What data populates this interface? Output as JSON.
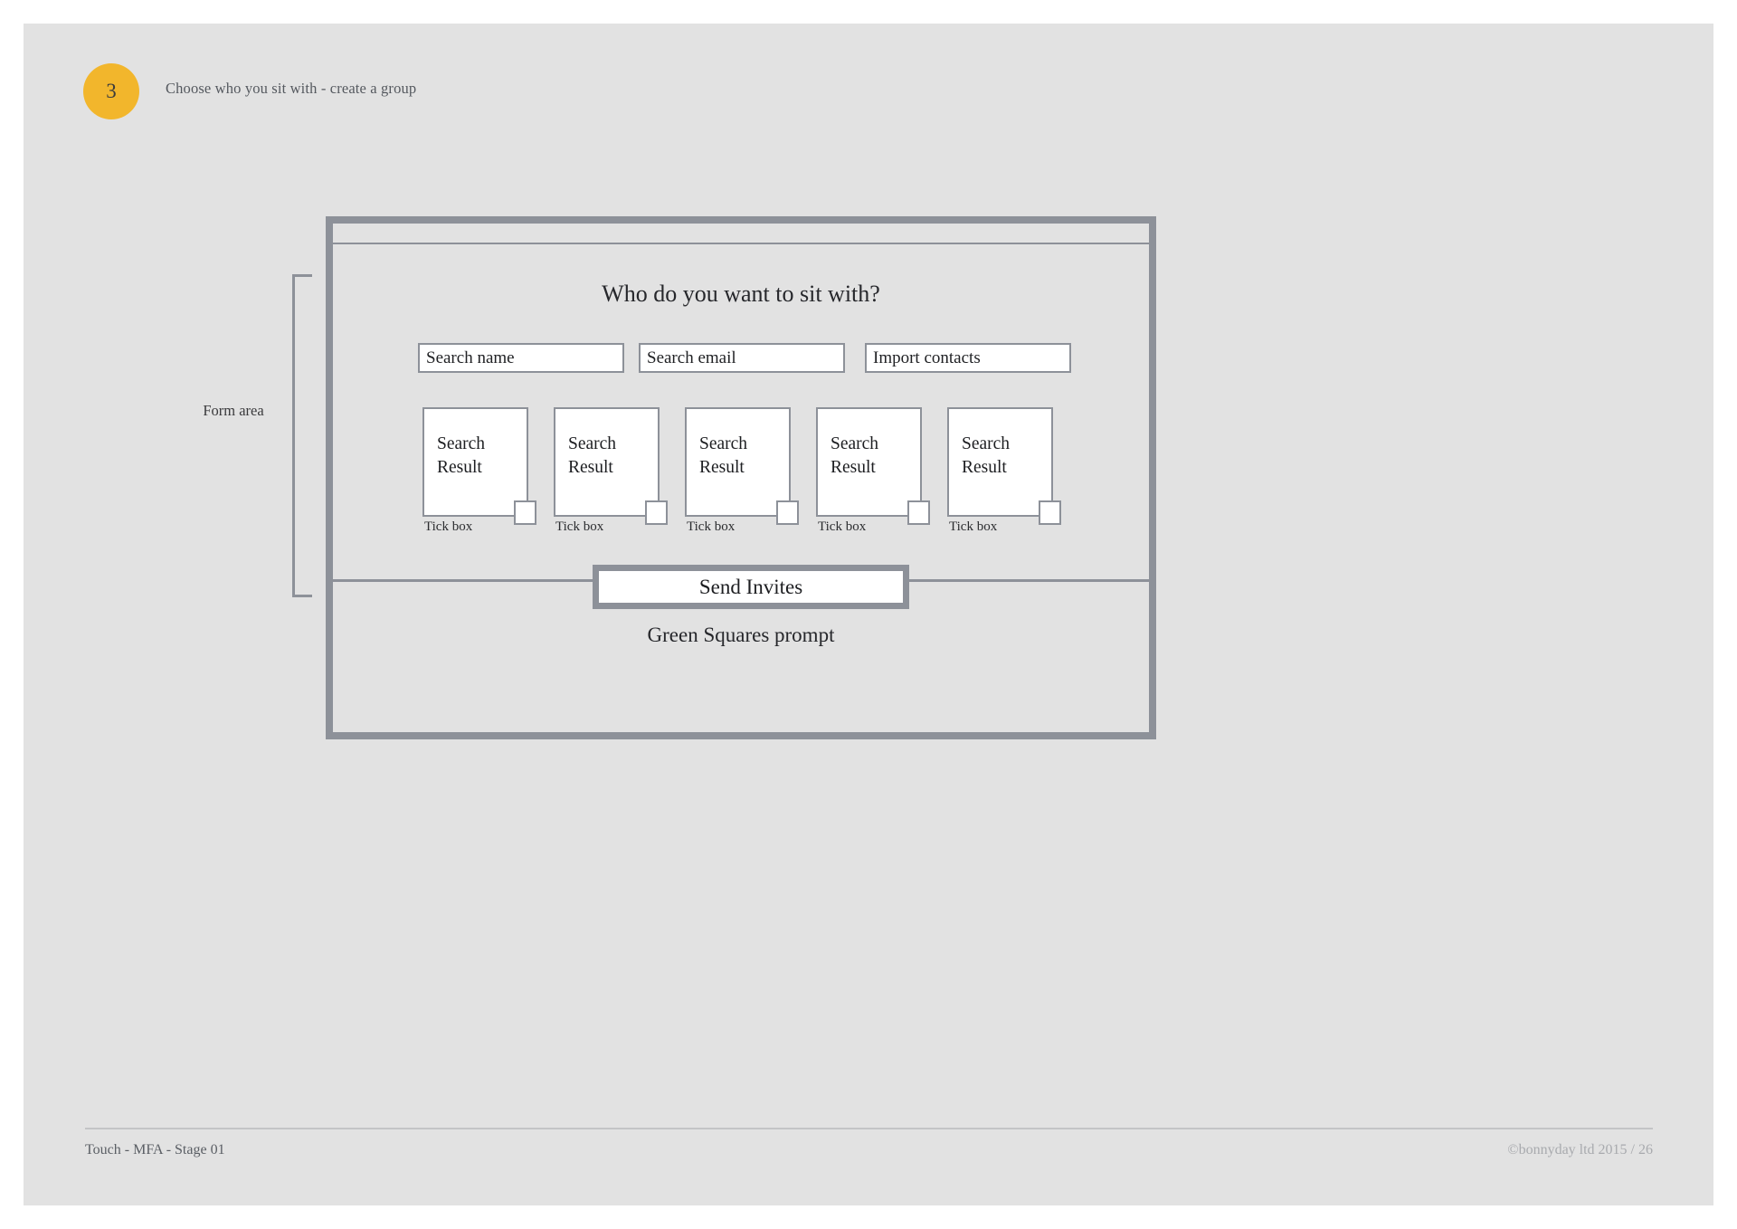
{
  "page": {
    "background": "#e2e2e2",
    "accent_color": "#f2b62c",
    "line_color": "#8d9199"
  },
  "header": {
    "step_number": "3",
    "title": "Choose who you sit with - create a group"
  },
  "annotations": {
    "form_area_label": "Form area",
    "green_prompt": "Green Squares prompt"
  },
  "screen": {
    "title": "Who do you want to sit with?",
    "search_fields": [
      {
        "placeholder": "Search name",
        "value": "Search name"
      },
      {
        "placeholder": "Search email",
        "value": "Search email"
      },
      {
        "placeholder": "Import contacts",
        "value": "Import contacts"
      }
    ],
    "results": [
      {
        "line1": "Search",
        "line2": "Result",
        "tick_label": "Tick box",
        "checked": false
      },
      {
        "line1": "Search",
        "line2": "Result",
        "tick_label": "Tick box",
        "checked": false
      },
      {
        "line1": "Search",
        "line2": "Result",
        "tick_label": "Tick box",
        "checked": false
      },
      {
        "line1": "Search",
        "line2": "Result",
        "tick_label": "Tick box",
        "checked": false
      },
      {
        "line1": "Search",
        "line2": "Result",
        "tick_label": "Tick box",
        "checked": false
      }
    ],
    "primary_button": "Send Invites"
  },
  "footer": {
    "left": "Touch - MFA - Stage 01",
    "right": "©bonnyday ltd 2015  /  26"
  }
}
